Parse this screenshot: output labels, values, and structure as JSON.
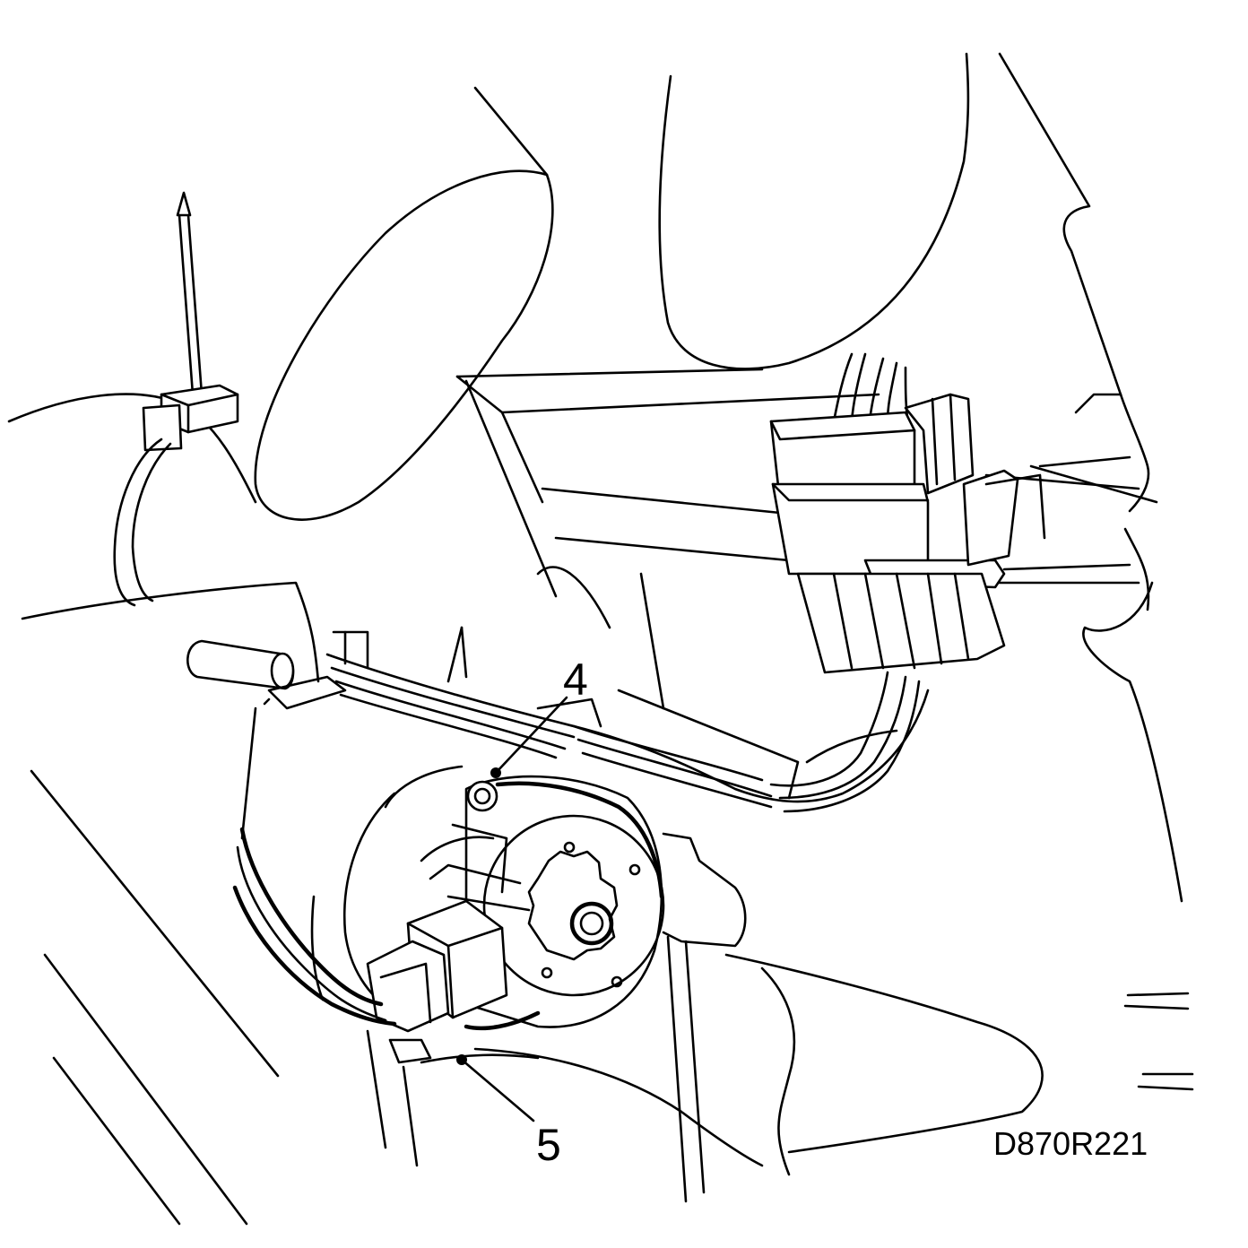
{
  "diagram": {
    "callouts": [
      {
        "id": "4",
        "text": "4"
      },
      {
        "id": "5",
        "text": "5"
      }
    ],
    "figure_code": "D870R221",
    "colors": {
      "ink": "#000000",
      "paper": "#ffffff"
    }
  }
}
